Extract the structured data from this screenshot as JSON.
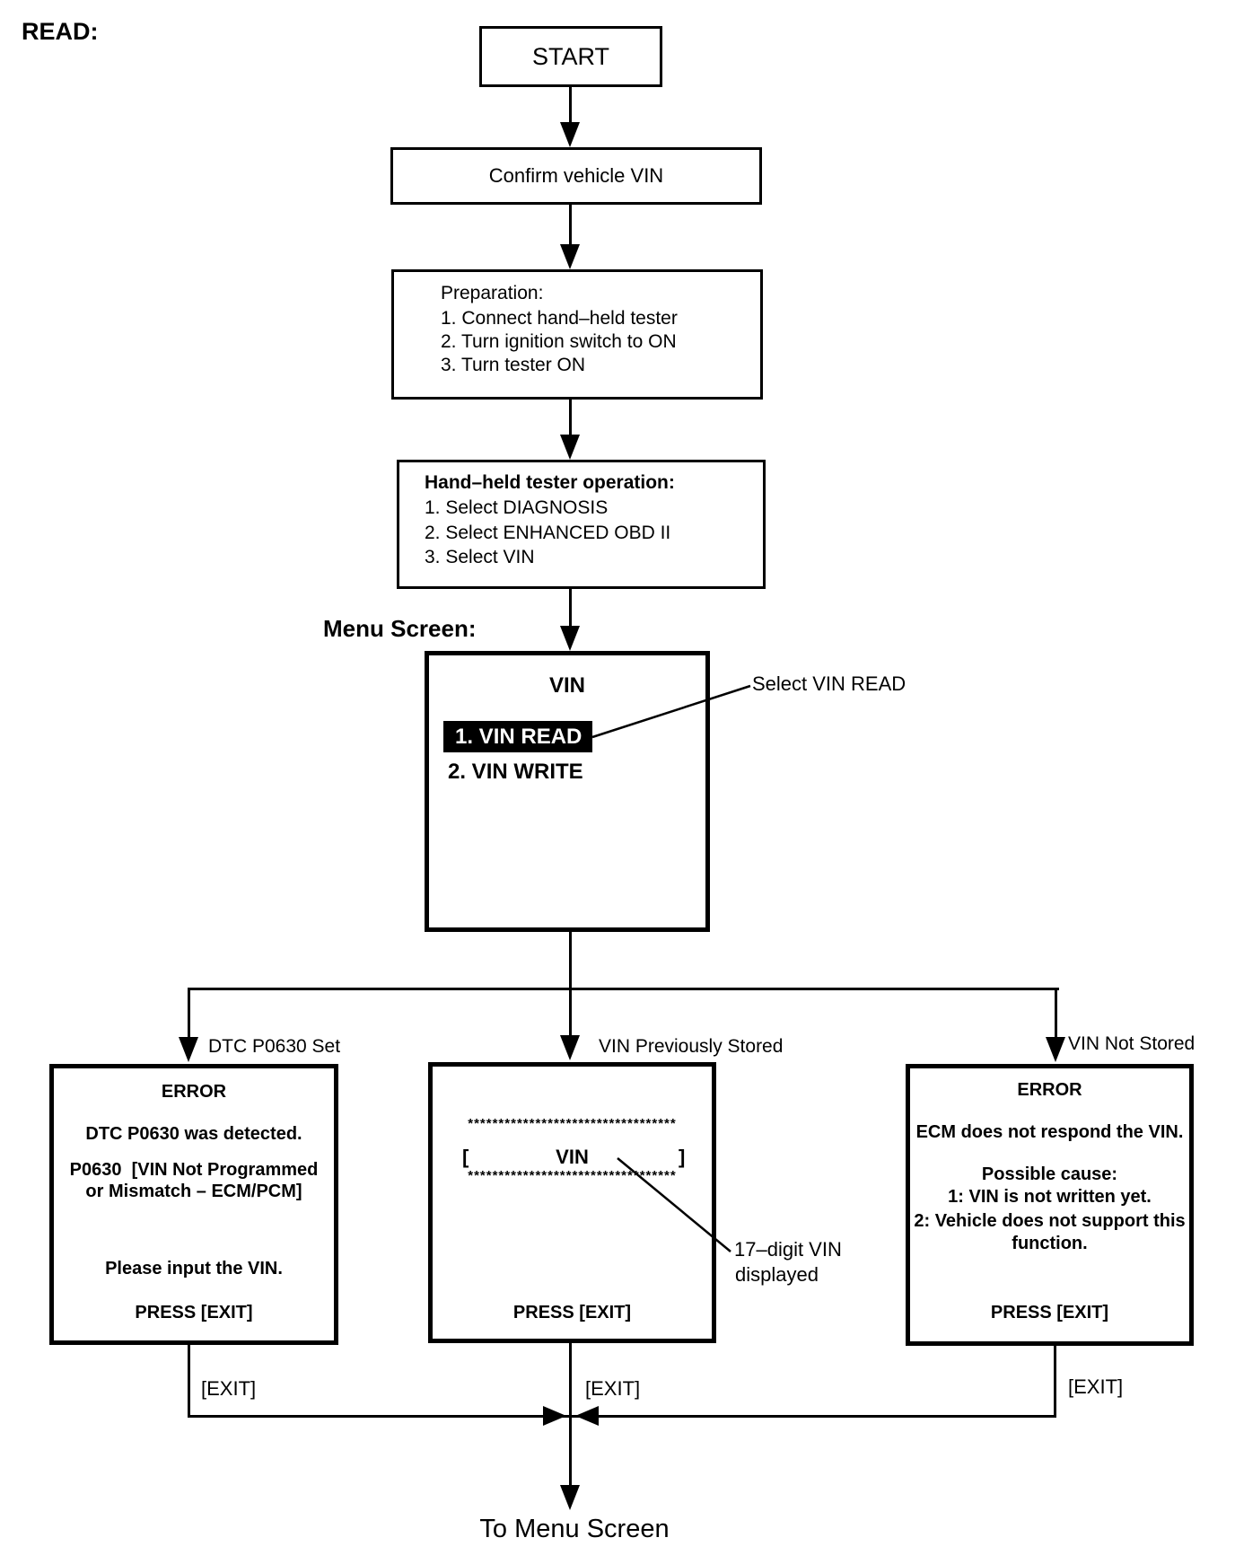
{
  "page": {
    "heading": "READ:",
    "menu_screen_label": "Menu Screen:",
    "to_menu_screen": "To Menu Screen"
  },
  "flow": {
    "start": "START",
    "confirm": "Confirm vehicle VIN",
    "preparation": {
      "lines": [
        "Preparation:",
        "1. Connect hand–held tester",
        "2. Turn ignition switch to ON",
        "3. Turn tester ON"
      ]
    },
    "tester_op": {
      "title": "Hand–held tester operation:",
      "lines": [
        "1. Select DIAGNOSIS",
        "2. Select ENHANCED OBD II",
        "3. Select VIN"
      ]
    }
  },
  "menu_box": {
    "title": "VIN",
    "item_selected": "1. VIN READ",
    "item_other": "2. VIN WRITE",
    "callout": "Select VIN READ",
    "highlight_color": "#000000"
  },
  "branch_labels": {
    "left": "DTC P0630 Set",
    "center": "VIN Previously Stored",
    "right": "VIN Not Stored"
  },
  "error_left": {
    "lines": [
      "ERROR",
      "DTC P0630 was detected.",
      "P0630  [VIN Not Programmed",
      "or Mismatch – ECM/PCM]",
      "Please input the VIN.",
      "PRESS [EXIT]"
    ]
  },
  "vin_display_box": {
    "stars": "**********************************",
    "bracket_open": "[",
    "title": "VIN",
    "bracket_close": "]",
    "press": "PRESS [EXIT]",
    "callout_line1": "17–digit VIN",
    "callout_line2": "displayed"
  },
  "error_right": {
    "lines": [
      "ERROR",
      "ECM does not respond the VIN.",
      "Possible cause:",
      "1: VIN is not written yet.",
      "2: Vehicle does not support this",
      "function.",
      "PRESS [EXIT]"
    ]
  },
  "exit_labels": {
    "left": "[EXIT]",
    "center": "[EXIT]",
    "right": "[EXIT]"
  },
  "colors": {
    "ink": "#000000",
    "paper": "#ffffff"
  }
}
